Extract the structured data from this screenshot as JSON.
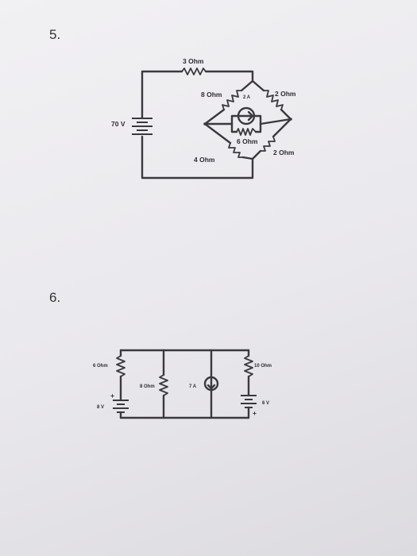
{
  "problems": [
    {
      "number": "5.",
      "labels": {
        "r_top": "3 Ohm",
        "r_upper_left": "8 Ohm",
        "current_source": "2 A",
        "r_upper_right": "2 Ohm",
        "voltage": "70 V",
        "r_middle": "6 Ohm",
        "r_lower_right": "2 Ohm",
        "r_lower_left": "4 Ohm"
      }
    },
    {
      "number": "6.",
      "labels": {
        "r_left": "6 Ohm",
        "r_second": "8 Ohm",
        "current_source": "7 A",
        "r_right": "10 Ohm",
        "v_left": "8 V",
        "v_right": "6 V",
        "plus_left": "+",
        "plus_right": "+"
      }
    }
  ]
}
